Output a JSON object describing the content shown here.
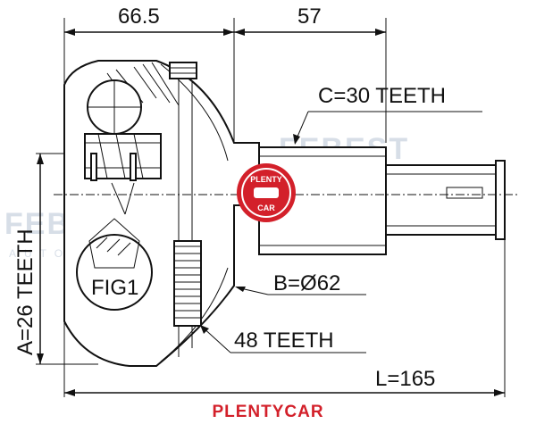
{
  "diagram": {
    "dim_top_left": "66.5",
    "dim_top_right": "57",
    "label_c": "C=30 TEETH",
    "label_a": "A=26 TEETH",
    "label_b": "B=Ø62",
    "label_abs": "48 TEETH",
    "label_length": "L=165",
    "label_fig": "FIG1"
  },
  "branding": {
    "footer": "PLENTYCAR",
    "badge_line1": "PLENTY",
    "badge_line2": "CAR",
    "watermark_main": "FEBEST",
    "watermark_sub": "AUTO PARTS",
    "brand_color": "#d3202a",
    "watermark_color": "#b8c4d4"
  }
}
